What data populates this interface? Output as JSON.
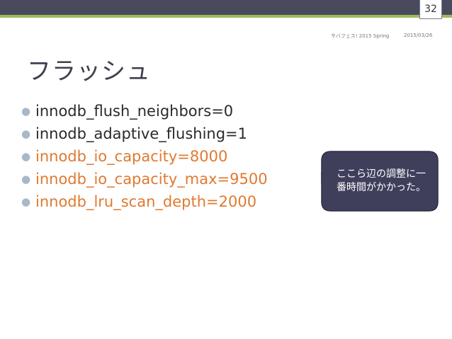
{
  "header": {
    "page_number": "32",
    "event": "サバフェス! 2015 Spring",
    "date": "2015/03/26"
  },
  "title": "フラッシュ",
  "bullets": [
    {
      "text": "innodb_flush_neighbors=0",
      "color": "#2a2a2a"
    },
    {
      "text": "innodb_adaptive_flushing=1",
      "color": "#2a2a2a"
    },
    {
      "text": "innodb_io_capacity=8000",
      "color": "#e07a30"
    },
    {
      "text": "innodb_io_capacity_max=9500",
      "color": "#e07a30"
    },
    {
      "text": "innodb_lru_scan_depth=2000",
      "color": "#e07a30"
    }
  ],
  "callout": {
    "line1": "ここら辺の調整に一",
    "line2": "番時間がかかった。",
    "fill": "#3f3f5c"
  },
  "colors": {
    "top_bar": "#4a4a5e",
    "accent_line": "#9bbb59",
    "bullet_dot": "#a8b8c8"
  }
}
